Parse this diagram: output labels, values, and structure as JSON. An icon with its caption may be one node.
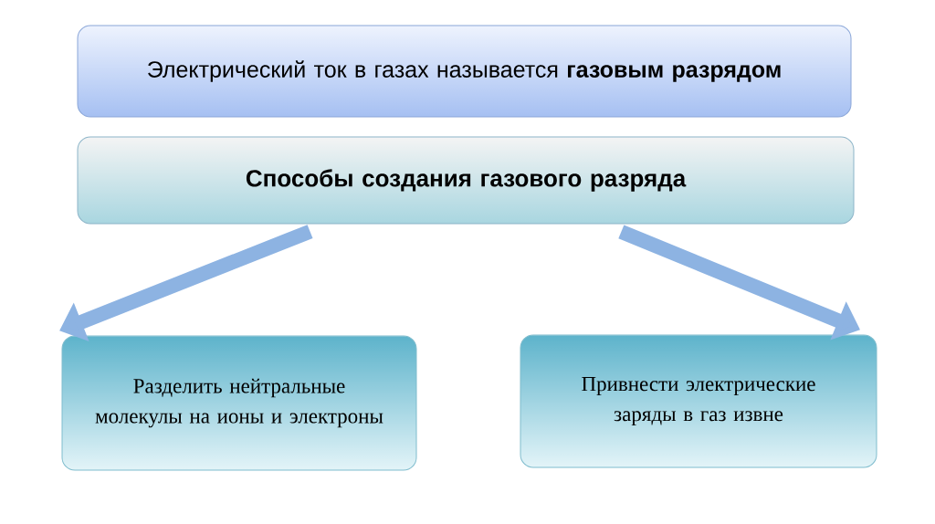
{
  "diagram": {
    "nodes": [
      {
        "text": [
          "Электрический ток в газах называется **газовым разрядом**"
        ]
      },
      {
        "text": [
          "Способы создания газового разряда"
        ]
      },
      {
        "text": [
          "Разделить нейтральные молекулы на ионы и электроны"
        ]
      },
      {
        "text": [
          "Привнести электрические заряды в газ извне"
        ]
      }
    ],
    "edges": [
      {
        "from": 1,
        "to": 2,
        "arrow": "to"
      },
      {
        "from": 1,
        "to": 3,
        "arrow": "to"
      }
    ]
  }
}
